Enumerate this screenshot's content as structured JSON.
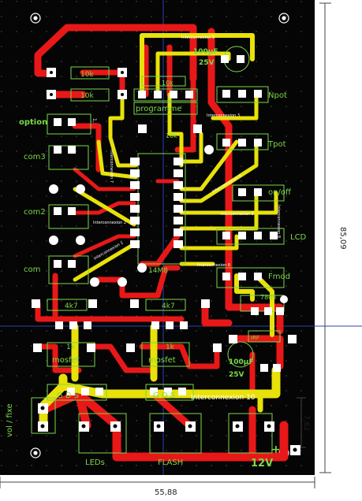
{
  "colors": {
    "board": "#050505",
    "top_copper": "#e8e10a",
    "bottom_copper": "#e81818",
    "silk": "#7cd84a",
    "pad": "#ffffff",
    "grid": "#3a3a3a"
  },
  "labels": {
    "resistor_10k_a": "10k",
    "resistor_10k_b": "10k",
    "resistor_10k_c": "10k",
    "resistor_10k_d": "10k",
    "option": "option",
    "com3": "com3",
    "com2": "com2",
    "com1": "com",
    "programme": "programme",
    "npot": "Npot",
    "tpot": "Tpot",
    "onoff": "on/off",
    "lcd": "LCD",
    "fmod": "Fmod",
    "cap_top": "100µF",
    "cap_top_v": "25V",
    "cap_bot": "100µF",
    "cap_bot_v": "25V",
    "chip": "14M8",
    "r47_a": "4k7",
    "r47_b": "4k7",
    "r1k_a": "1k",
    "r1k_b": "1k",
    "mosfet_a": "mosfet",
    "mosfet_b": "mosfet",
    "gds_a": "G D S",
    "gds_b": "G D S",
    "leds": "LEDs",
    "flash": "FLASH",
    "vol_fixe": "vol / fixe",
    "v12": "12V",
    "plus": "+",
    "reg": "7805",
    "ic_small": "IRF",
    "interconnexion_top": "Interconnexion 9",
    "interconnexion_3": "Interconnexion 3",
    "interconnexion_bottom": "Interconnexion 10",
    "interconnexion_4": "Interconnexion 4",
    "interconnexion_5": "Interconnexion 5",
    "interconnexion_2": "Interconnexion 2",
    "interconnexion_1": "Interconnexion 1",
    "interconnexion_6": "Interconnexion 6",
    "interconnexion_7": "Interconnexion 7",
    "interconnexion_8": "Interconnexion 8"
  },
  "dimensions": {
    "width": "55,88",
    "height": "85,09",
    "small": "7,62",
    "tiny": "1,5"
  }
}
